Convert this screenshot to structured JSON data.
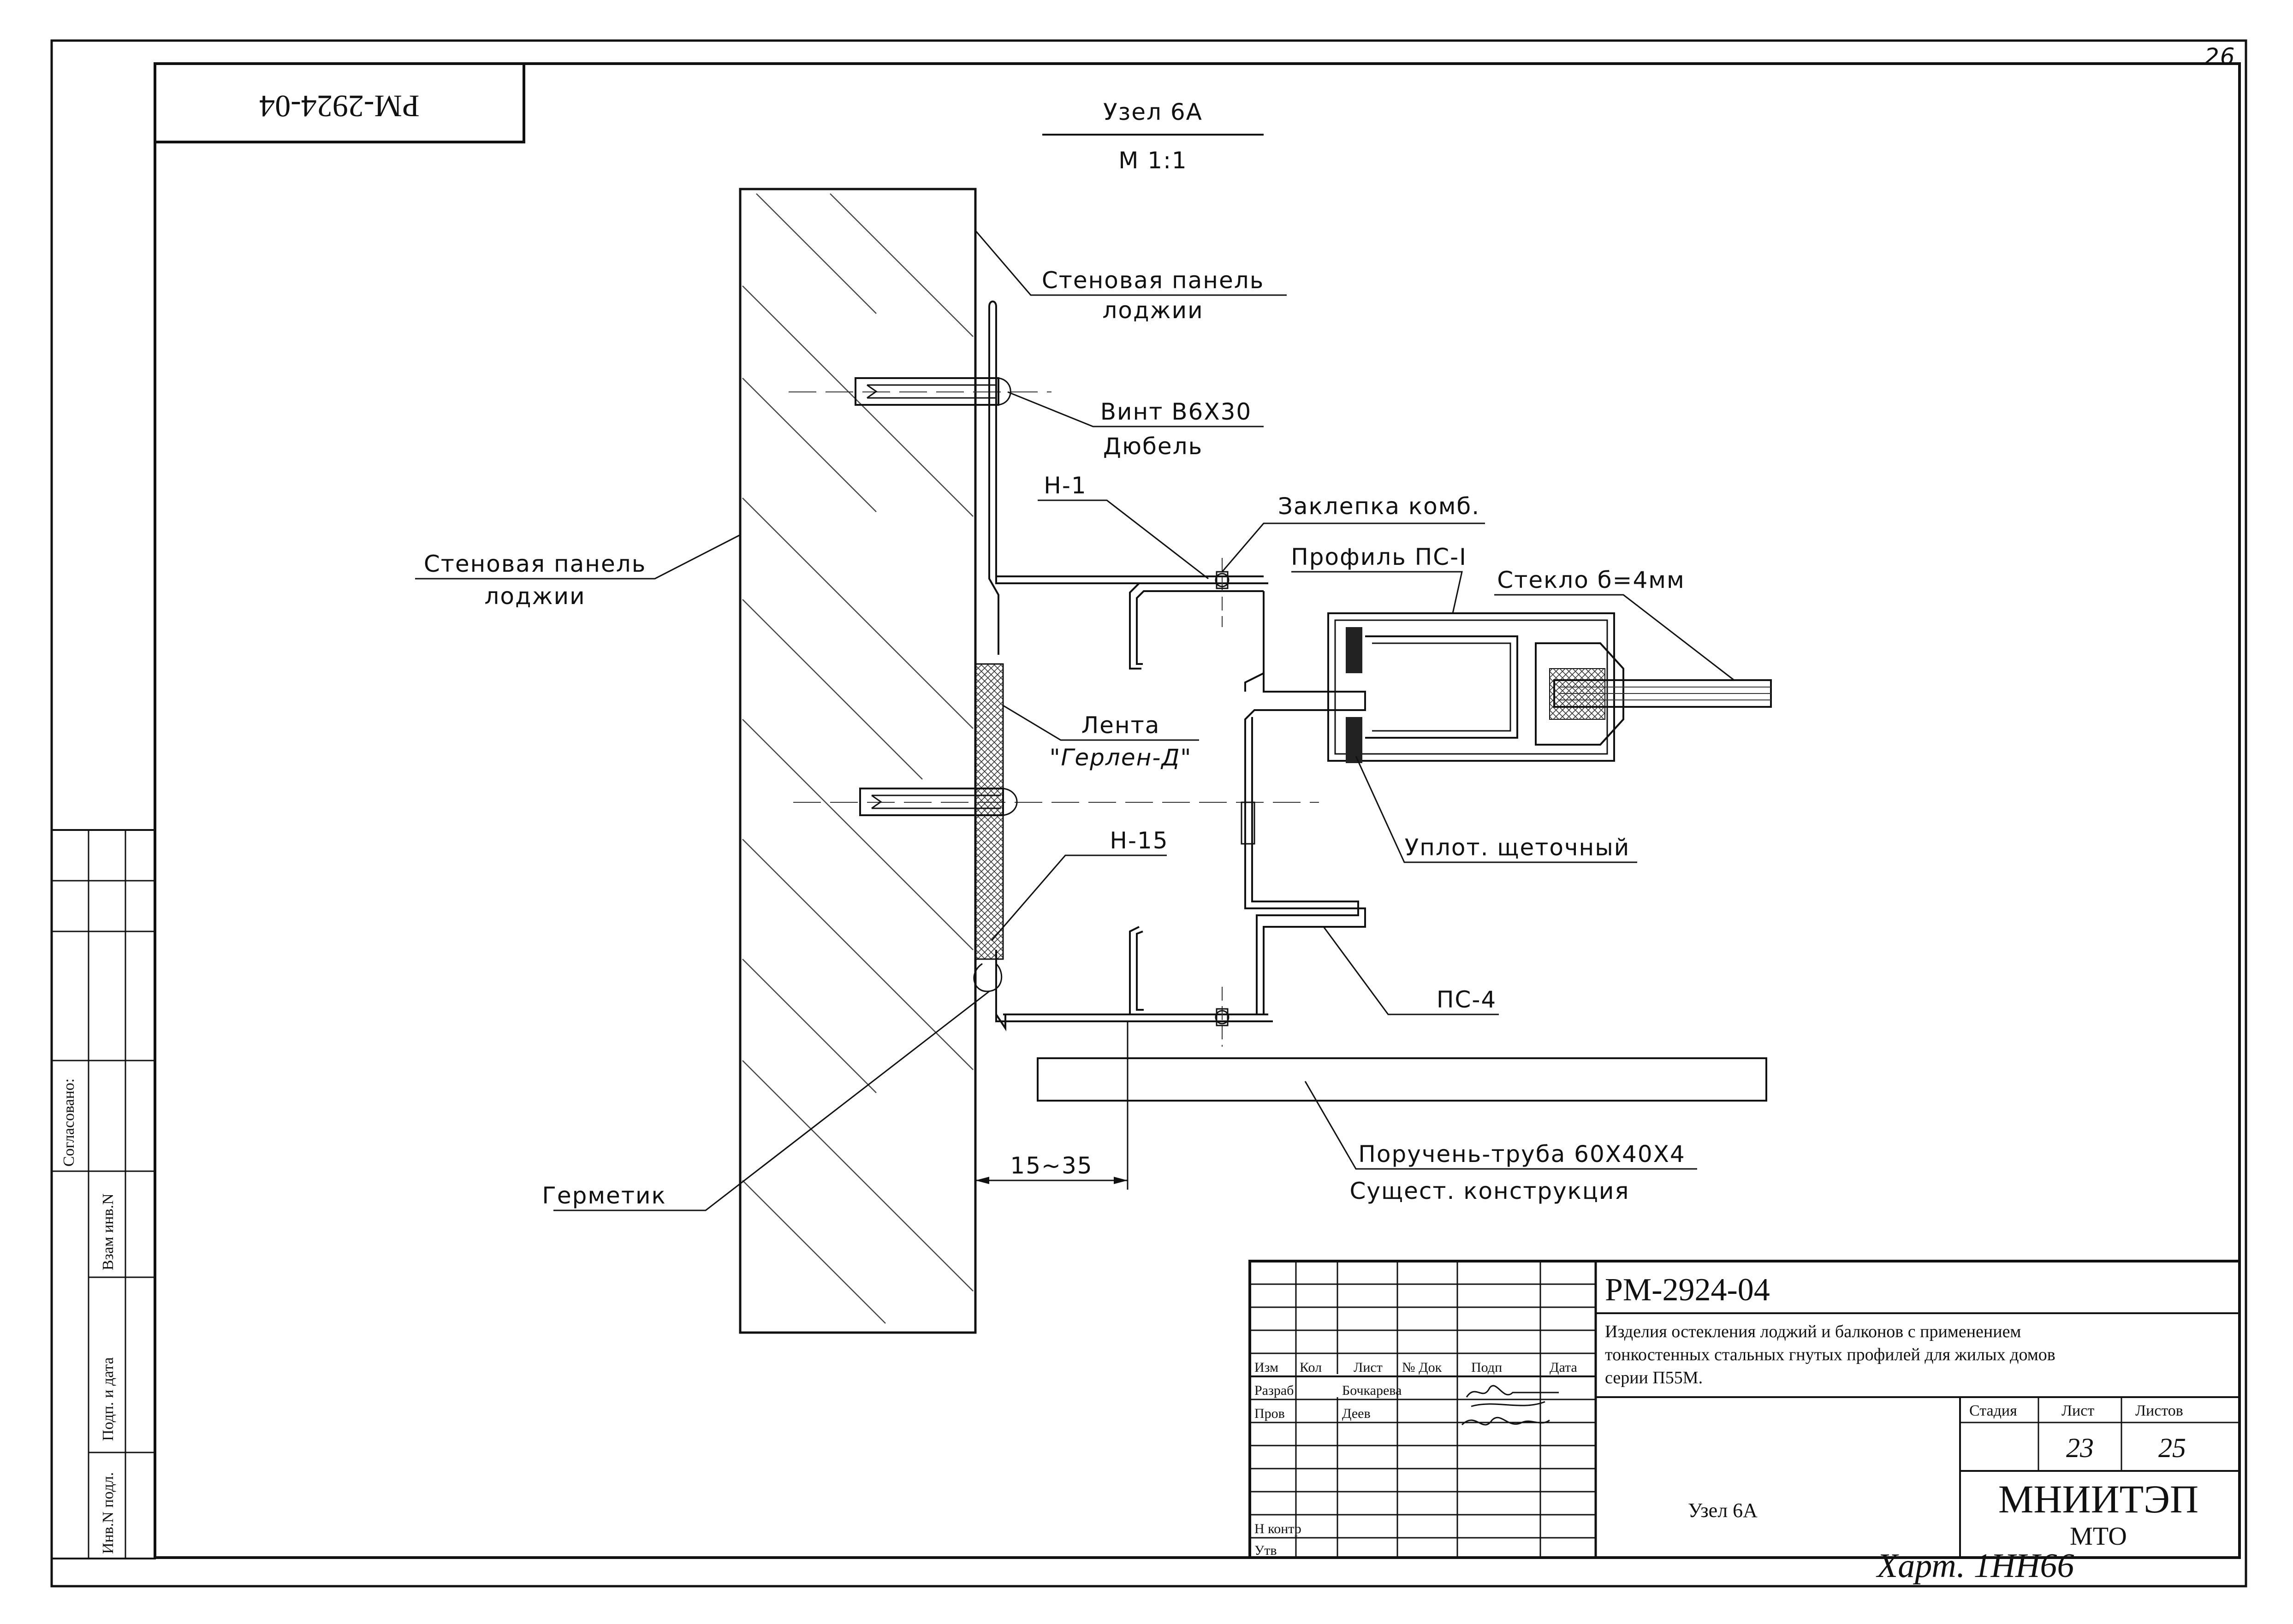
{
  "sheet_number": "26",
  "stamp_code": "РМ-2924-04",
  "title": "Узел 6А",
  "scale": "М 1:1",
  "labels": {
    "wall_panel_top": [
      "Стеновая панель",
      "лоджии"
    ],
    "screw": [
      "Винт В6Х30",
      "Дюбель"
    ],
    "h1": "Н-1",
    "rivet": "Заклепка комб.",
    "profile_ps1": "Профиль ПС-I",
    "glass": "Стекло б=4мм",
    "wall_panel_left": [
      "Стеновая панель",
      "лоджии"
    ],
    "tape": [
      "Лента",
      "\"Герлен-Д\""
    ],
    "seal_brush": "Уплот. щеточный",
    "h15": "Н-15",
    "ps4": "ПС-4",
    "handrail": [
      "Поручень-труба 60Х40Х4",
      "Сущест. конструкция"
    ],
    "dimension": "15~35",
    "sealant": "Герметик"
  },
  "side_stamp": [
    "Согласовано:",
    "Взам инв.N",
    "Подп. и дата",
    "Инв.N подл."
  ],
  "title_block": {
    "code": "РМ-2924-04",
    "description": [
      "Изделия остекления лоджий и балконов с применением",
      "тонкостенных стальных гнутых профилей для жилых домов",
      "серии П55М."
    ],
    "col_headers": [
      "Изм",
      "Кол",
      "Лист",
      "№ Док",
      "Подп",
      "Дата"
    ],
    "roles": [
      {
        "role": "Разраб",
        "name": "Бочкарева"
      },
      {
        "role": "Пров",
        "name": "Деев"
      },
      {
        "role": "Н контр",
        "name": ""
      },
      {
        "role": "Утв",
        "name": ""
      }
    ],
    "stage_headers": [
      "Стадия",
      "Лист",
      "Листов"
    ],
    "sheet": "23",
    "sheets": "25",
    "node_name": "Узел 6А",
    "org": "МНИИТЭП",
    "dept": "МТО",
    "handwritten_note": "Харт. 1НН66"
  }
}
